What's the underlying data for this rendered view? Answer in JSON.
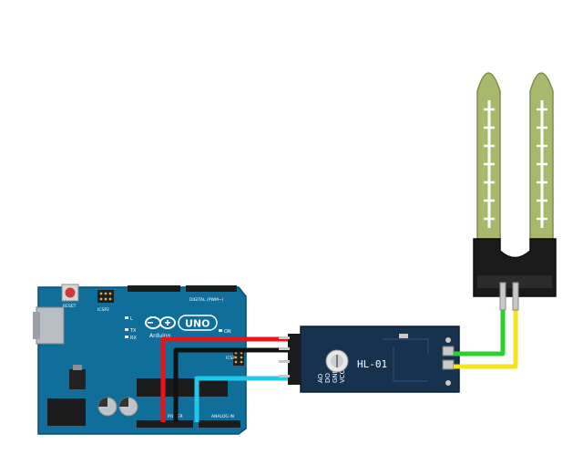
{
  "arduino": {
    "reset_label": "RESET",
    "icsp_label": "ICSP2",
    "digital_label": "DIGITAL (PWM~)",
    "brand_label": "UNO",
    "maker_label": "Arduino",
    "on_label": "ON",
    "l_label": "L",
    "tx_label": "TX",
    "rx_label": "RX",
    "icsp2_label": "ICSP",
    "analog_label": "ANALOG IN",
    "power_label": "POWER"
  },
  "module": {
    "model_label": "HL-01",
    "pin_labels": [
      "AO",
      "DO",
      "GND",
      "VCC"
    ]
  },
  "wires": {
    "colors": {
      "red": "#e8141b",
      "black": "#111111",
      "cyan": "#22c8ec",
      "green": "#2bd12b",
      "yellow": "#f2e51a"
    }
  },
  "colors": {
    "board": "#0f6e9a",
    "board_dark": "#0b5a80",
    "module_pcb": "#16324f",
    "probe": "#a8b86c",
    "probe_dark": "#7f8d49"
  }
}
